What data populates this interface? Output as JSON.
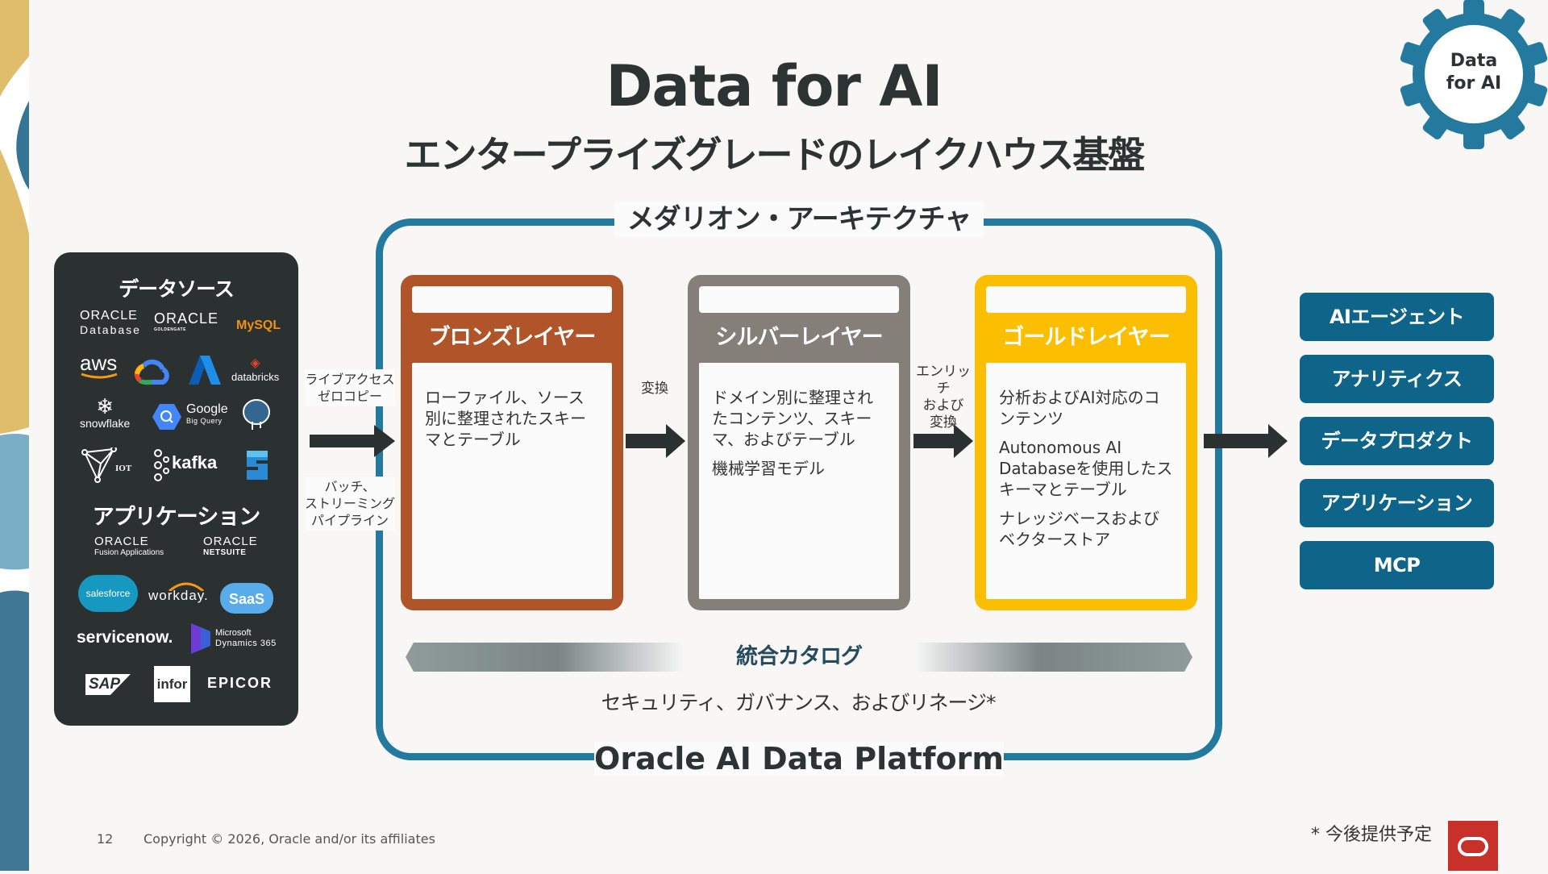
{
  "header": {
    "title": "Data for AI",
    "subtitle": "エンタープライズグレードのレイクハウス基盤",
    "badge": [
      "Data",
      "for AI"
    ]
  },
  "sources_panel": {
    "title": "データソース",
    "data_logos": [
      {
        "name": "ORACLE",
        "sub": "Database"
      },
      {
        "name": "ORACLE",
        "sub": "GOLDENGATE"
      },
      {
        "name": "MySQL"
      },
      {
        "name": "aws"
      },
      {
        "name": "Google Cloud"
      },
      {
        "name": "Azure"
      },
      {
        "name": "databricks"
      },
      {
        "name": "snowflake"
      },
      {
        "name": "Google",
        "sub": "Big Query"
      },
      {
        "name": "PostgreSQL"
      },
      {
        "name": "IOT"
      },
      {
        "name": "kafka"
      },
      {
        "name": "Microsoft Fabric"
      }
    ],
    "apps_title": "アプリケーション",
    "app_logos": [
      {
        "name": "ORACLE",
        "sub": "Fusion Applications"
      },
      {
        "name": "ORACLE",
        "sub": "NETSUITE"
      },
      {
        "name": "salesforce"
      },
      {
        "name": "workday."
      },
      {
        "name": "SaaS"
      },
      {
        "name": "servicenow."
      },
      {
        "name": "Microsoft",
        "sub": "Dynamics 365"
      },
      {
        "name": "SAP"
      },
      {
        "name": "infor"
      },
      {
        "name": "EPICOR"
      }
    ]
  },
  "connectors": {
    "live_access": [
      "ライブアクセス",
      "ゼロコピー"
    ],
    "batch": [
      "バッチ、",
      "ストリーミング",
      "パイプライン"
    ],
    "transform": "変換",
    "enrich": [
      "エンリッチ",
      "および",
      "変換"
    ]
  },
  "medallion": {
    "title": "メダリオン・アーキテクチャ",
    "platform": "Oracle AI Data Platform",
    "layers": [
      {
        "name": "ブロンズレイヤー",
        "color": "#b0552a",
        "items": [
          "ローファイル、ソース別に整理されたスキーマとテーブル"
        ]
      },
      {
        "name": "シルバーレイヤー",
        "color": "#857f79",
        "items": [
          "ドメイン別に整理されたコンテンツ、スキーマ、およびテーブル",
          "機械学習モデル"
        ]
      },
      {
        "name": "ゴールドレイヤー",
        "color": "#fbbe00",
        "items": [
          "分析およびAI対応のコンテンツ",
          "Autonomous AI Databaseを使用したスキーマとテーブル",
          "ナレッジベースおよびベクターストア"
        ]
      }
    ],
    "catalog": "統合カタログ",
    "governance": "セキュリティ、ガバナンス、およびリネージ*"
  },
  "outputs": [
    "AIエージェント",
    "アナリティクス",
    "データプロダクト",
    "アプリケーション",
    "MCP"
  ],
  "footer": {
    "page_number": "12",
    "copyright": "Copyright © 2026, Oracle and/or its affiliates",
    "footnote": "* 今後提供予定"
  },
  "colors": {
    "frame": "#237a9e",
    "output_button": "#0f6489",
    "panel": "#2b3030",
    "oracle_red": "#c8302a"
  }
}
